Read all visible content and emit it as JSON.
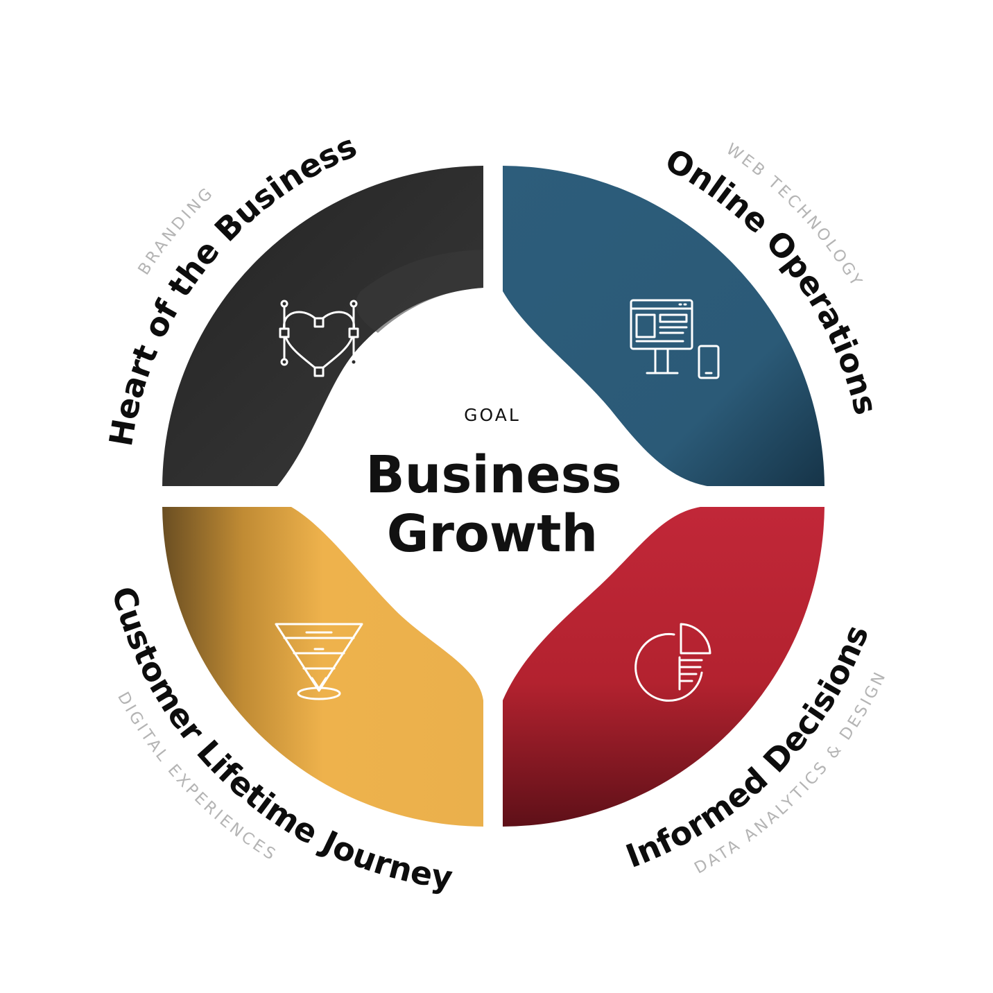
{
  "center": {
    "eyebrow": "GOAL",
    "title_line1": "Business",
    "title_line2": "Growth"
  },
  "quadrants": {
    "top_left": {
      "title": "Heart of the Business",
      "subtitle": "BRANDING",
      "icon": "heart-vector-icon",
      "color": "#2b2b2b"
    },
    "top_right": {
      "title": "Online Operations",
      "subtitle": "WEB TECHNOLOGY",
      "icon": "website-devices-icon",
      "color": "#2c5b78"
    },
    "bottom_right": {
      "title": "Informed Decisions",
      "subtitle": "DATA ANALYTICS & DESIGN",
      "icon": "pie-chart-icon",
      "color": "#bd2535"
    },
    "bottom_left": {
      "title": "Customer Lifetime Journey",
      "subtitle": "DIGITAL EXPERIENCES",
      "icon": "funnel-icon",
      "color": "#eab04c"
    }
  }
}
